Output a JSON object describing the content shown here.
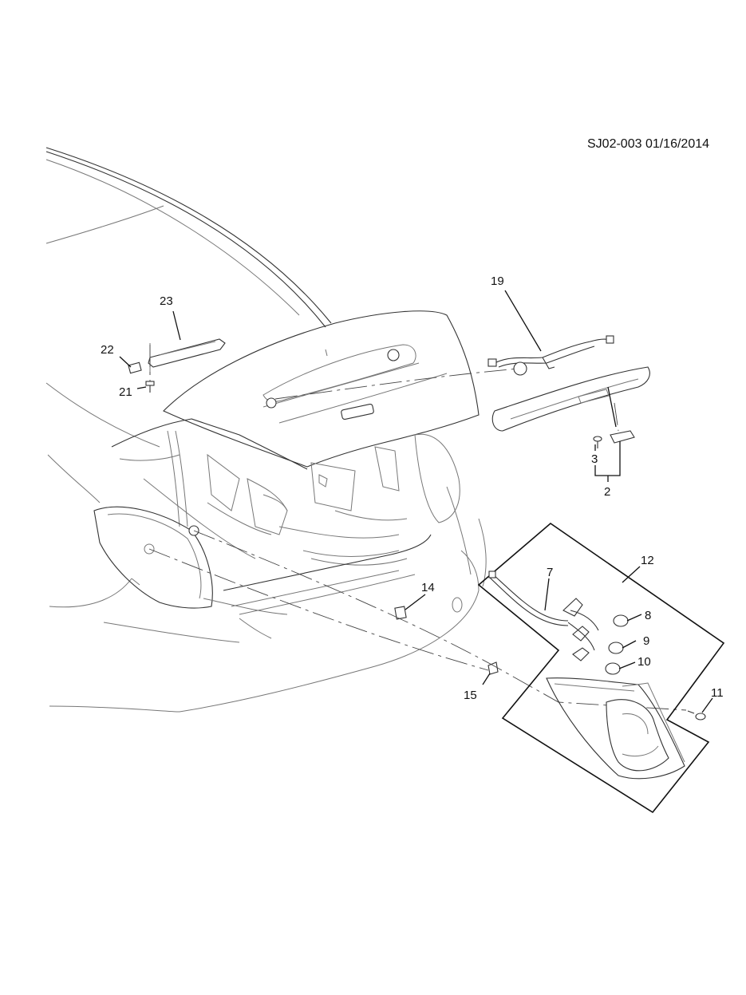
{
  "diagram": {
    "code": "SJ02-003 01/16/2014",
    "callouts": {
      "c19": "19",
      "c23": "23",
      "c22": "22",
      "c21": "21",
      "c3": "3",
      "c2": "2",
      "c12": "12",
      "c7": "7",
      "c8": "8",
      "c9": "9",
      "c10": "10",
      "c14": "14",
      "c15": "15",
      "c11": "11"
    }
  }
}
